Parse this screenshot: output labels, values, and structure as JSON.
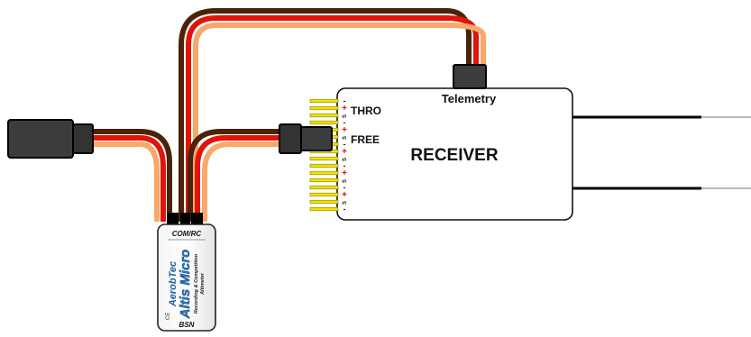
{
  "receiver": {
    "title": "RECEIVER",
    "telemetry_label": "Telemetry",
    "channel_thro": "THRO",
    "channel_free": "FREE",
    "pin_signal": "S",
    "pin_plus": "+",
    "pin_minus": "-"
  },
  "altimeter": {
    "port_label": "COM/RC",
    "brand": "AerobTec",
    "model": "Altis Micro",
    "desc_line1": "Recording & Competition",
    "desc_line2": "Altimeter",
    "bottom_label": "BSN",
    "ce_mark": "CE"
  },
  "colors": {
    "wire_brown": "#4a2308",
    "wire_red": "#e0140a",
    "wire_orange": "#f7a86a",
    "connector": "#3c3c3c",
    "pin_gold": "#f2e200",
    "brand_blue": "#2e7fc8"
  }
}
